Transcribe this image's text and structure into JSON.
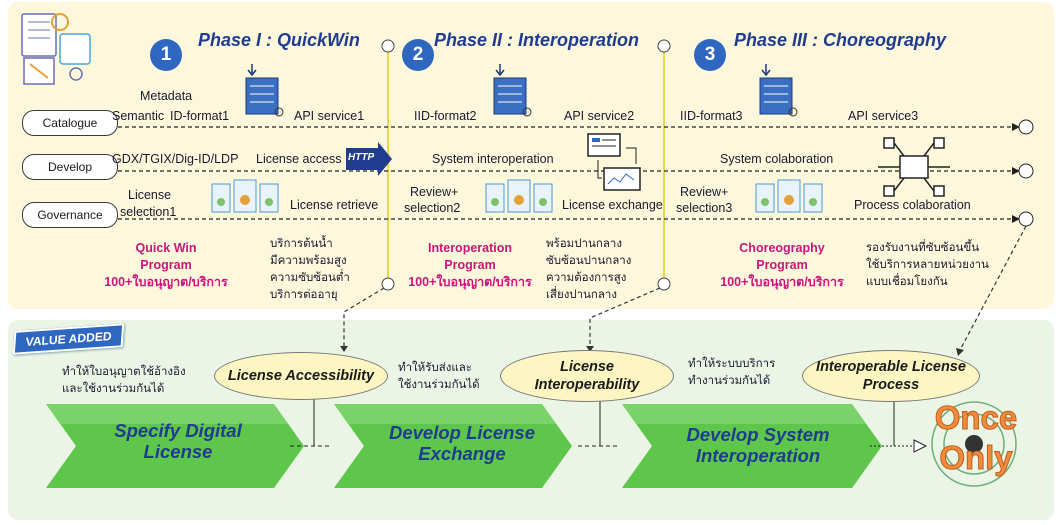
{
  "phases": [
    {
      "num": "1",
      "title": "Phase I : QuickWin"
    },
    {
      "num": "2",
      "title": "Phase II : Interoperation"
    },
    {
      "num": "3",
      "title": "Phase III : Choreography"
    }
  ],
  "rows": {
    "catalogue": "Catalogue",
    "develop": "Develop",
    "governance": "Governance"
  },
  "labels": {
    "metadata": "Metadata",
    "semantic": "Semantic",
    "iid1": "ID-format1",
    "api1": "API service1",
    "iid2": "IID-format2",
    "api2": "API service2",
    "iid3": "IID-format3",
    "api3": "API service3",
    "gdx": "GDX/TGIX/Dig-ID/LDP",
    "license_access": "License access",
    "sys_interop": "System interoperation",
    "sys_colab": "System colaboration",
    "license_sel1_a": "License",
    "license_sel1_b": "selection1",
    "license_retrieve": "License retrieve",
    "review2_a": "Review+",
    "review2_b": "selection2",
    "license_exchange": "License exchange",
    "review3_a": "Review+",
    "review3_b": "selection3",
    "process_colab": "Process colaboration",
    "http": "HTTP"
  },
  "programs": [
    {
      "name_a": "Quick Win",
      "name_b": "Program",
      "count": "100+ใบอนุญาต/บริการ",
      "thai": [
        "บริการต้นน้ำ",
        "มีความพร้อมสูง",
        "ความซับซ้อนต่ำ",
        "บริการต่ออายุ"
      ]
    },
    {
      "name_a": "Interoperation",
      "name_b": "Program",
      "count": "100+ใบอนุญาต/บริการ",
      "thai": [
        "พร้อมปานกลาง",
        "ซับซ้อนปานกลาง",
        "ความต้องการสูง",
        "เสี่ยงปานกลาง"
      ]
    },
    {
      "name_a": "Choreography",
      "name_b": "Program",
      "count": "100+ใบอนุญาต/บริการ",
      "thai": [
        "รองรับงานที่ซับซ้อนขึ้น",
        "ใช้บริการหลายหน่วยงาน",
        "แบบเชื่อมโยงกัน"
      ]
    }
  ],
  "value_added": "VALUE ADDED",
  "ovals": [
    {
      "a": "License Accessibility",
      "b": ""
    },
    {
      "a": "License",
      "b": "Interoperability"
    },
    {
      "a": "Interoperable License",
      "b": "Process"
    }
  ],
  "notes": [
    [
      "ทำให้ใบอนุญาตใช้อ้างอิง",
      "และใช้งานร่วมกันได้"
    ],
    [
      "ทำให้รับส่งและ",
      "ใช้งานร่วมกันได้"
    ],
    [
      "ทำให้ระบบบริการ",
      "ทำงานร่วมกันได้"
    ]
  ],
  "chevrons": [
    {
      "a": "Specify Digital",
      "b": "License"
    },
    {
      "a": "Develop License",
      "b": "Exchange"
    },
    {
      "a": "Develop System",
      "b": "Interoperation"
    }
  ],
  "once_only": {
    "a": "Once",
    "b": "Only"
  },
  "colors": {
    "accent": "#2f67c0",
    "program": "#c8157a",
    "chevron": "#57c443",
    "once": "#f08a3c"
  }
}
